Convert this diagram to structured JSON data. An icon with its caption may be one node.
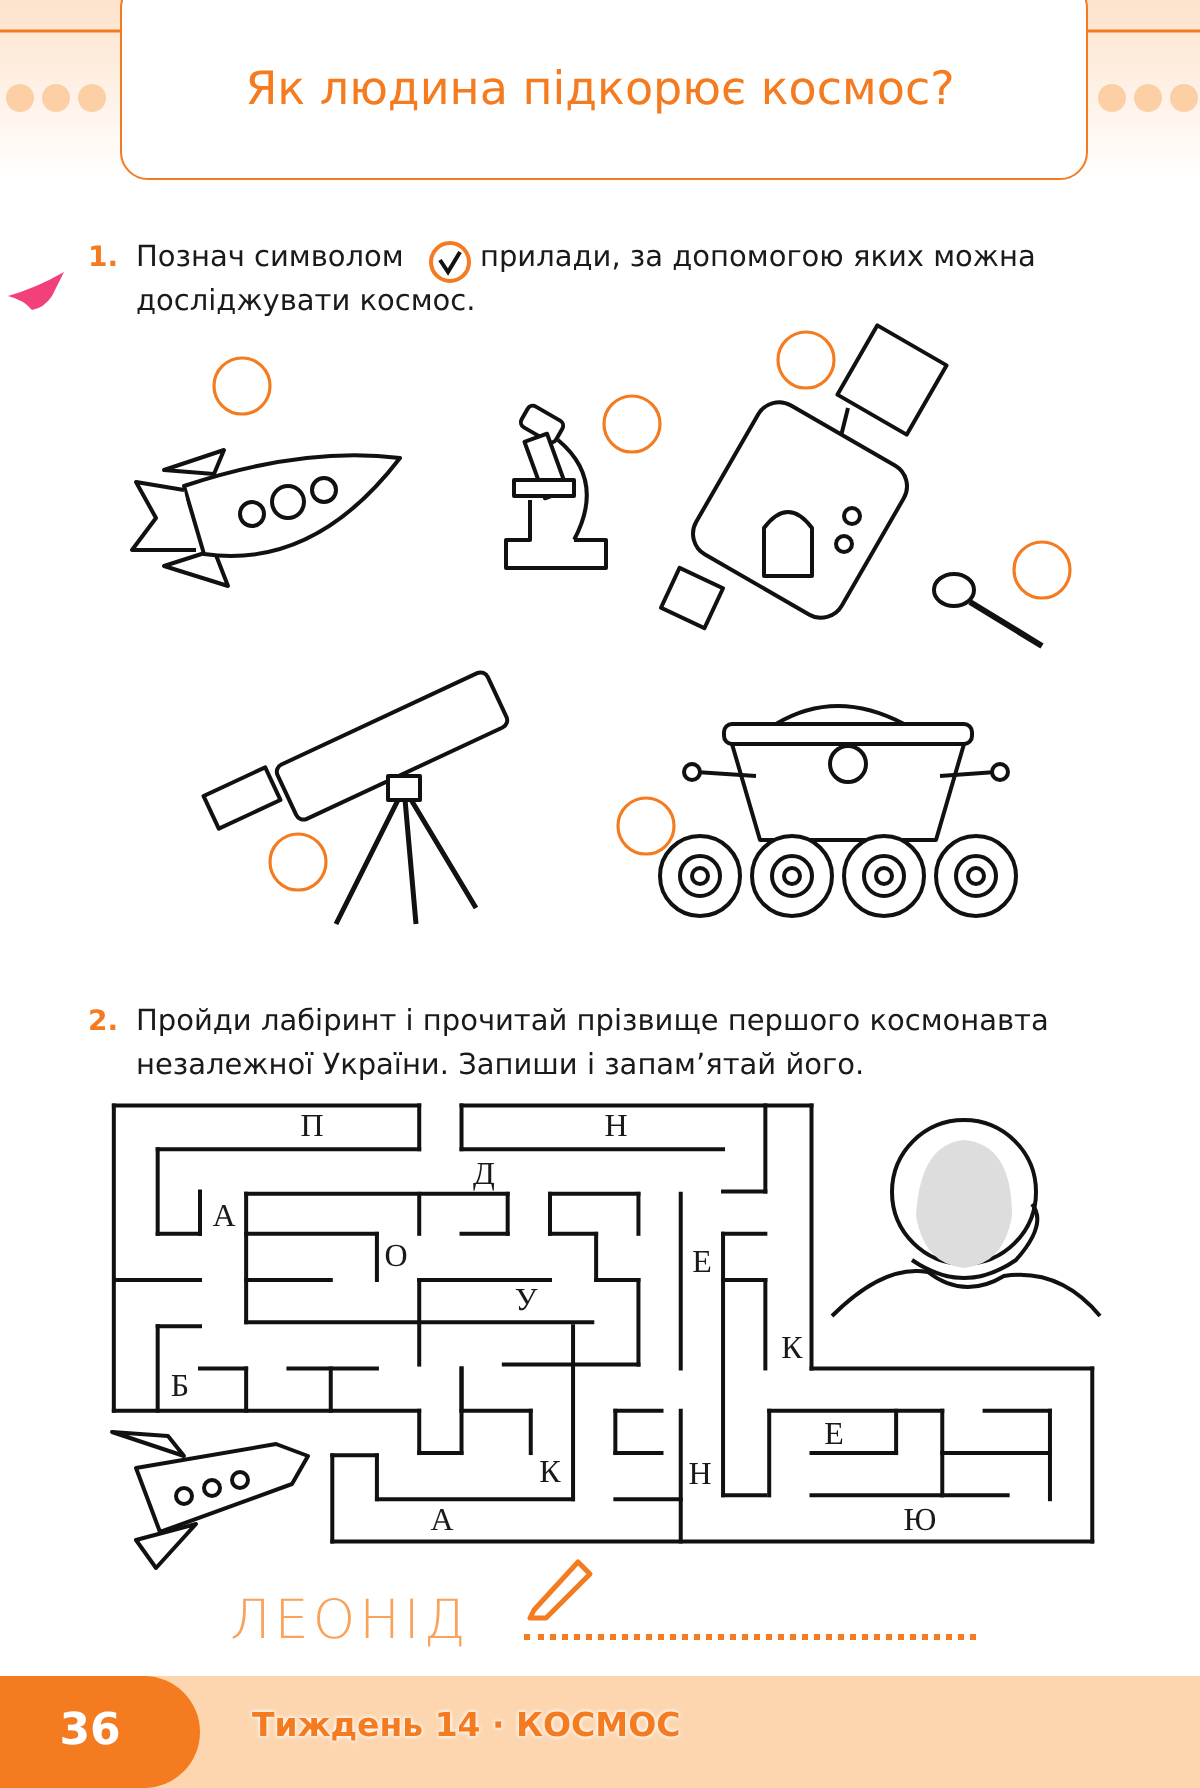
{
  "diagram": {
    "title": "Як людина підкорює космос?",
    "labels": [
      "1.",
      "Познач символом",
      "прилади, за допомогою яких можна досліджувати космос.",
      "2.",
      "Пройди лабіринт і прочитай прізвище першого космонавта незалежної України. Запиши і запам’ятай його.",
      "П",
      "Н",
      "Д",
      "А",
      "О",
      "Е",
      "У",
      "К",
      "Б",
      "Е",
      "К",
      "Н",
      "А",
      "Ю",
      "ЛЕОНІД",
      "36",
      "Тиждень 14 · КОСМОС"
    ]
  }
}
